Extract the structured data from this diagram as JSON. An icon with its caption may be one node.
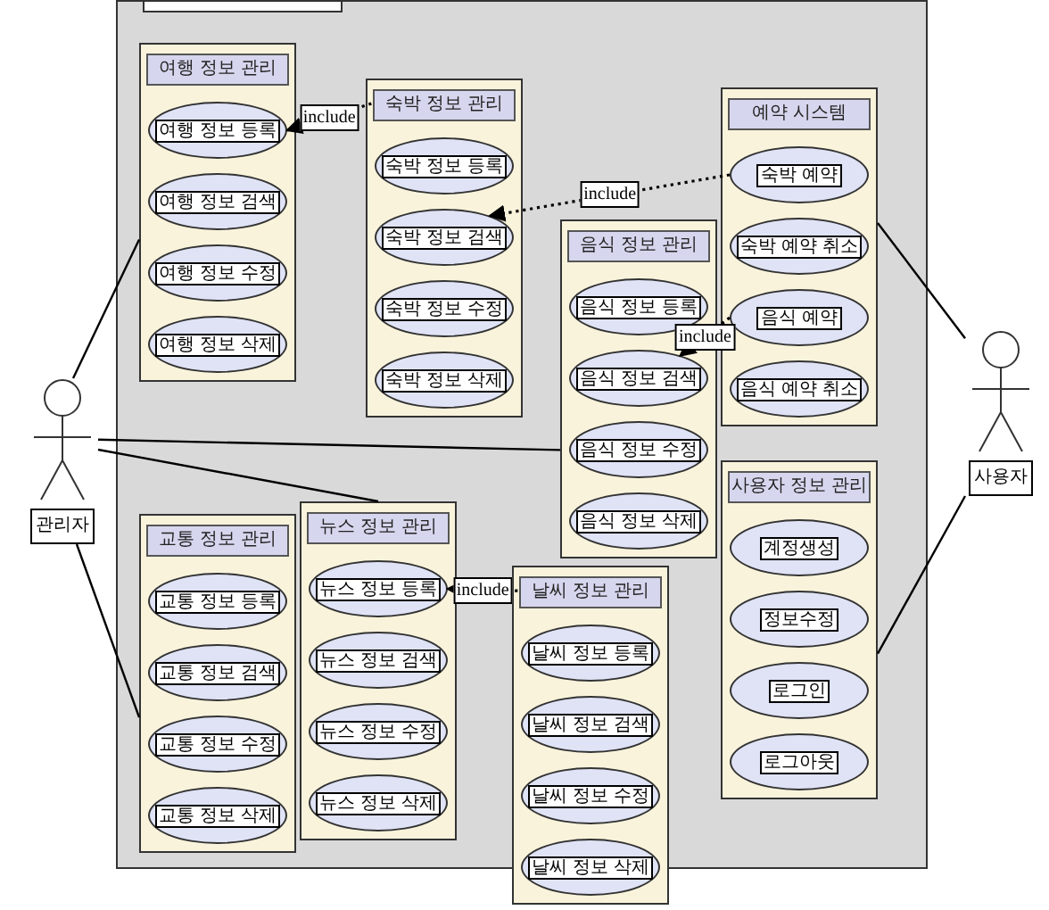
{
  "diagram": {
    "nodes": [
      {
        "text": [],
        "shape": "box"
      },
      {
        "text": [
          "여행 정보 관리"
        ],
        "in": 0
      },
      {
        "text": [
          "여행 정보 등록"
        ],
        "in": 1
      },
      {
        "text": [
          "여행 정보 검색"
        ],
        "in": 1
      },
      {
        "text": [
          "여행 정보 수정"
        ],
        "in": 1
      },
      {
        "text": [
          "여행 정보 삭제"
        ],
        "in": 1
      },
      {
        "text": [
          "숙박 정보 관리"
        ],
        "in": 0
      },
      {
        "text": [
          "숙박 정보 등록"
        ],
        "in": 6
      },
      {
        "text": [
          "숙박 정보 검색"
        ],
        "in": 6
      },
      {
        "text": [
          "숙박 정보 수정"
        ],
        "in": 6
      },
      {
        "text": [
          "숙박 정보 삭제"
        ],
        "in": 6
      },
      {
        "text": [
          "예약 시스템"
        ],
        "in": 0
      },
      {
        "text": [
          "숙박 예약"
        ],
        "in": 11
      },
      {
        "text": [
          "숙박 예약 취소"
        ],
        "in": 11
      },
      {
        "text": [
          "음식 예약"
        ],
        "in": 11
      },
      {
        "text": [
          "음식 예약 취소"
        ],
        "in": 11
      },
      {
        "text": [
          "음식 정보 관리"
        ],
        "in": 0
      },
      {
        "text": [
          "음식 정보 등록"
        ],
        "in": 16
      },
      {
        "text": [
          "음식 정보 검색"
        ],
        "in": 16
      },
      {
        "text": [
          "음식 정보 수정"
        ],
        "in": 16
      },
      {
        "text": [
          "음식 정보 삭제"
        ],
        "in": 16
      },
      {
        "text": [
          "사용자 정보 관리"
        ],
        "in": 0
      },
      {
        "text": [
          "계정생성"
        ],
        "in": 21
      },
      {
        "text": [
          "정보수정"
        ],
        "in": 21
      },
      {
        "text": [
          "로그인"
        ],
        "in": 21
      },
      {
        "text": [
          "로그아웃"
        ],
        "in": 21
      },
      {
        "text": [
          "교통 정보 관리"
        ],
        "in": 0
      },
      {
        "text": [
          "교통 정보 등록"
        ],
        "in": 26
      },
      {
        "text": [
          "교통 정보 검색"
        ],
        "in": 26
      },
      {
        "text": [
          "교통 정보 수정"
        ],
        "in": 26
      },
      {
        "text": [
          "교통 정보 삭제"
        ],
        "in": 26
      },
      {
        "text": [
          "뉴스 정보 관리"
        ],
        "in": 0
      },
      {
        "text": [
          "뉴스 정보 등록"
        ],
        "in": 31
      },
      {
        "text": [
          "뉴스 정보 검색"
        ],
        "in": 31
      },
      {
        "text": [
          "뉴스 정보 수정"
        ],
        "in": 31
      },
      {
        "text": [
          "뉴스 정보 삭제"
        ],
        "in": 31
      },
      {
        "text": [
          "날씨 정보 관리"
        ]
      },
      {
        "text": [
          "날씨 정보 등록"
        ],
        "in": 36
      },
      {
        "text": [
          "날씨 정보 검색"
        ],
        "in": 36
      },
      {
        "text": [
          "날씨 정보 수정"
        ],
        "in": 36
      },
      {
        "text": [
          "날씨 정보 삭제"
        ],
        "in": 36
      },
      {
        "text": [
          "관리자"
        ]
      },
      {
        "text": [
          "사용자"
        ]
      }
    ],
    "edges": [
      {
        "from": 41,
        "to": 1,
        "arrow": "none"
      },
      {
        "from": 41,
        "to": 16,
        "arrow": "none"
      },
      {
        "from": 41,
        "to": 31,
        "arrow": "none"
      },
      {
        "from": 41,
        "to": 26,
        "arrow": "none"
      },
      {
        "from": 42,
        "to": 11,
        "arrow": "none"
      },
      {
        "from": 42,
        "to": 21,
        "arrow": "none"
      },
      {
        "from": 6,
        "to": 2,
        "arrow": "to",
        "label": "include",
        "style": "dashed"
      },
      {
        "from": 12,
        "to": 8,
        "arrow": "to",
        "label": "include",
        "style": "dashed"
      },
      {
        "from": 14,
        "to": 18,
        "arrow": "to",
        "label": "include",
        "style": "dashed"
      },
      {
        "from": 36,
        "to": 32,
        "arrow": "to",
        "label": "include",
        "style": "dashed"
      }
    ]
  }
}
